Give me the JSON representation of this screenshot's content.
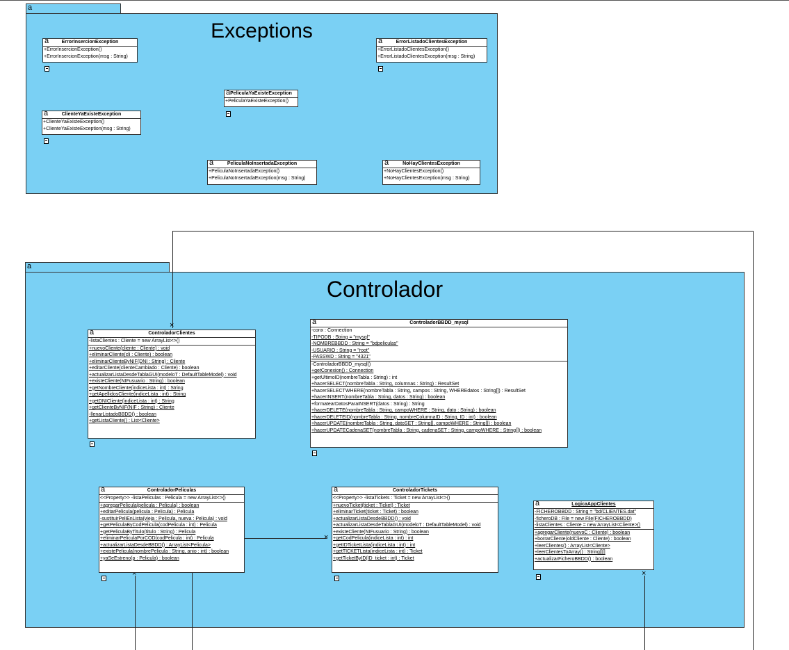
{
  "packages": {
    "exceptions": {
      "letter": "a",
      "title": "Exceptions"
    },
    "controlador": {
      "letter": "a",
      "title": "Controlador"
    }
  },
  "classes": {
    "error_insercion": {
      "letter": "a",
      "name": "ErrorInsercionException",
      "methods": [
        "+ErrorInsercionException()",
        "+ErrorInsercionException(msg : String)"
      ]
    },
    "error_listado": {
      "letter": "a",
      "name": "ErrorListadoClientesException",
      "methods": [
        "+ErrorListadoClientesException()",
        "+ErrorListadoClientesException(msg : String)"
      ]
    },
    "pelicula_ya_existe": {
      "letter": "a",
      "name": "PeliculaYaExisteException",
      "methods": [
        "+PeliculaYaExisteException()"
      ]
    },
    "cliente_ya_existe": {
      "letter": "a",
      "name": "ClienteYaExisteException",
      "methods": [
        "+ClienteYaExisteException()",
        "+ClienteYaExisteException(msg : String)"
      ]
    },
    "pelicula_no_insertada": {
      "letter": "a",
      "name": "PeliculaNoInsertadaException",
      "methods": [
        "+PeliculaNoInsertadaException()",
        "+PeliculaNoInsertadaException(msg : String)"
      ]
    },
    "no_hay_clientes": {
      "letter": "a",
      "name": "NoHayClientesException",
      "methods": [
        "+NoHayClientesException()",
        "+NoHayClientesException(msg : String)"
      ]
    },
    "controlador_clientes": {
      "letter": "a",
      "name": "ControladorClientes",
      "attributes": [
        "-listaClientes : Cliente = new ArrayList<>()"
      ],
      "methods": [
        "+nuevoCliente(cliente : Cliente) : void",
        "+eliminarCliente(cli : Cliente) : boolean",
        "+eliminarClienteByNIF(DNI : String) : Cliente",
        "+editarCliente(clienteCambiado : Cliente) : boolean",
        "+actualizarListaDesdeTablaGUI(modeloT : DefaultTableModel) : void",
        "+existeCliente(NIFusuario : String) : boolean",
        "+getNombreCliente(indiceLista : int) : String",
        "+getApellidosCliente(indiceLista : int) : String",
        "+getDNICliente(indiceLista : int) : String",
        "+getClienteByNIF(NIF : String) : Cliente",
        "-llenarListadoBBDD() : boolean",
        "+getListaCliente() : List<Cliente>"
      ]
    },
    "controlador_bbdd": {
      "letter": "a",
      "name": "ControladorBBDD_mysql",
      "attributes": [
        "-conx : Connection",
        "-TIPODB : String = \"mysql\"",
        "-NOMBREBBDD : String = \"bdpeliculas\"",
        "-USUARIO : String = \"root\"",
        "-PASSWD : String = \"4321\""
      ],
      "methods": [
        "-ControladorBBDD_mysql()",
        "+getConexion() : Connection",
        "+getUltimoID(nombreTabla : String) : int",
        "+hacerSELECT(nombreTabla : String, columnas : String) : ResultSet",
        "+hacerSELECTWHERE(nombreTabla : String, campos : String, WHEREdatos : String[]) : ResultSet",
        "+hacerINSERT(nombreTabla : String, datos : String) : boolean",
        "+formatearDatosParaINSERT(datos : String) : String",
        "+hacerDELETE(nombreTabla : String, campoWHERE : String, dato : String) : boolean",
        "+hacerDELETEID(nombreTabla : String, nombreColumnaID : String, ID : int) : boolean",
        "+hacerUPDATE(nombreTabla : String, datoSET : String[], campoWHERE : String[]) : boolean",
        "+hacerUPDATECadenaSET(nombreTabla : String, cadenaSET : String, campoWHERE : String[]) : boolean"
      ]
    },
    "controlador_peliculas": {
      "letter": "a",
      "name": "ControladorPeliculas",
      "attributes": [
        "<<Property>> -listaPeliculas : Pelicula = new ArrayList<>()"
      ],
      "methods": [
        "+agregarPelicula(pelicula : Pelicula) : boolean",
        "+editarPelicula(pelicula : Pelicula) : Pelicula",
        "-sustituirPeliEnLista(vieja : Pelicula, nueva : Pelicula) : void",
        "+getPeliculaByCodPelicula(codPelicula : int) : Pelicula",
        "+getPeliculaByTitulo(titulo : String) : Pelicula",
        "+eliminarPeliculaPorCOD(codPelicula : int) : Pelicula",
        "+actualizarListaDesdeBBDD() : ArrayList<Pelicula>",
        "+existePelicula(nombrePelicula : String, anio : int) : boolean",
        "+yaSeEstreno(p : Pelicula) : boolean"
      ]
    },
    "controlador_tickets": {
      "letter": "a",
      "name": "ControladorTickets",
      "attributes": [
        "<<Property>> -listaTickets : Ticket = new ArrayList<>()"
      ],
      "methods": [
        "+nuevoTicket(ticket : Ticket) : Ticket",
        "+eliminarTicket(ticket : Ticket) : boolean",
        "+actualizarListaDesdeBBDD() : void",
        "+actualizarListaDesdeTablaGUI(modeloT : DefaultTableModel) : void",
        "+existeCliente(NIFusuario : String) : boolean",
        "+getCodPelicula(indiceLista : int) : int",
        "+getIDTicketLista(indiceLista : int) : int",
        "+getTICKETLista(indiceLista : int) : Ticket",
        "+getTicketByID(ID_ticket : int) : Ticket"
      ]
    },
    "logica_app_clientes": {
      "letter": "a",
      "name": "LogicaAppClientes",
      "attributes": [
        "-FICHEROBBDD : String = \"bd/CLIENTES.dat\"",
        "-ficheroDB : File = new File(FICHEROBBDD)",
        "-listaClientes : Cliente = new ArrayList<Cliente>()"
      ],
      "methods": [
        "+agregarCliente(nuevoC : Cliente) : boolean",
        "+borrarCliente(oldCliente : Cliente) : boolean",
        "+leerClientes() : ArrayList<Cliente>",
        "+leerClientesToArray() : String[][]",
        "+actualizarFicheroBBDD() : boolean"
      ]
    }
  },
  "association_mark": "×"
}
